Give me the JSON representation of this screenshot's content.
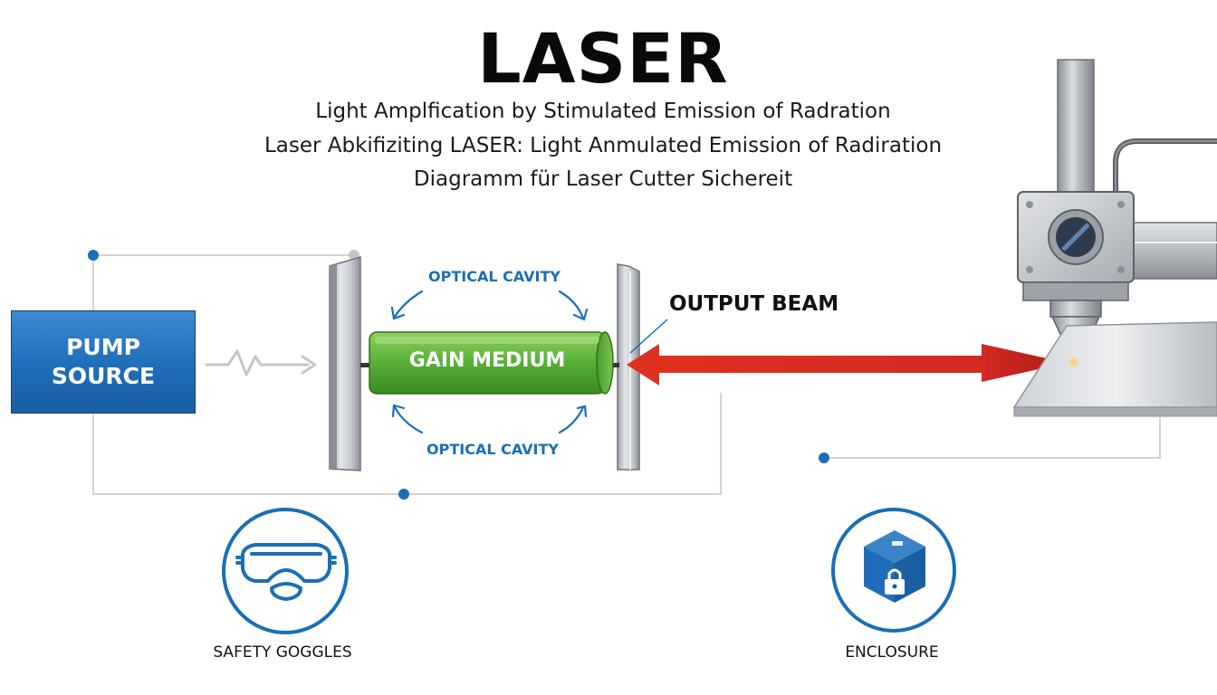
{
  "title": "LASER",
  "subtitles": [
    "Light Amplfication by Stimulated Emission of Radration",
    "Laser Abkifiziting LASER: Light Anmulated Emission of Radiration",
    "Diagramm für Laser Cutter Sichereit"
  ],
  "diagram": {
    "pump_source": "PUMP SOURCE",
    "gain_medium": "GAIN MEDIUM",
    "optical_cavity_top": "OPTICAL CAVITY",
    "optical_cavity_bottom": "OPTICAL CAVITY",
    "output_beam": "OUTPUT BEAM"
  },
  "safety": {
    "goggles": "SAFETY GOGGLES",
    "enclosure": "ENCLOSURE"
  },
  "icons": [
    "safety-goggles-icon",
    "enclosure-lock-icon",
    "laser-cutter-head-icon",
    "pump-signal-icon"
  ],
  "colors": {
    "accent_blue": "#1a6fb5",
    "pump_blue": "#1f6db8",
    "gain_green": "#5bb33a",
    "beam_red": "#d42a22",
    "mirror_gray": "#c9ccd0",
    "line_gray": "#d4d4d4"
  }
}
